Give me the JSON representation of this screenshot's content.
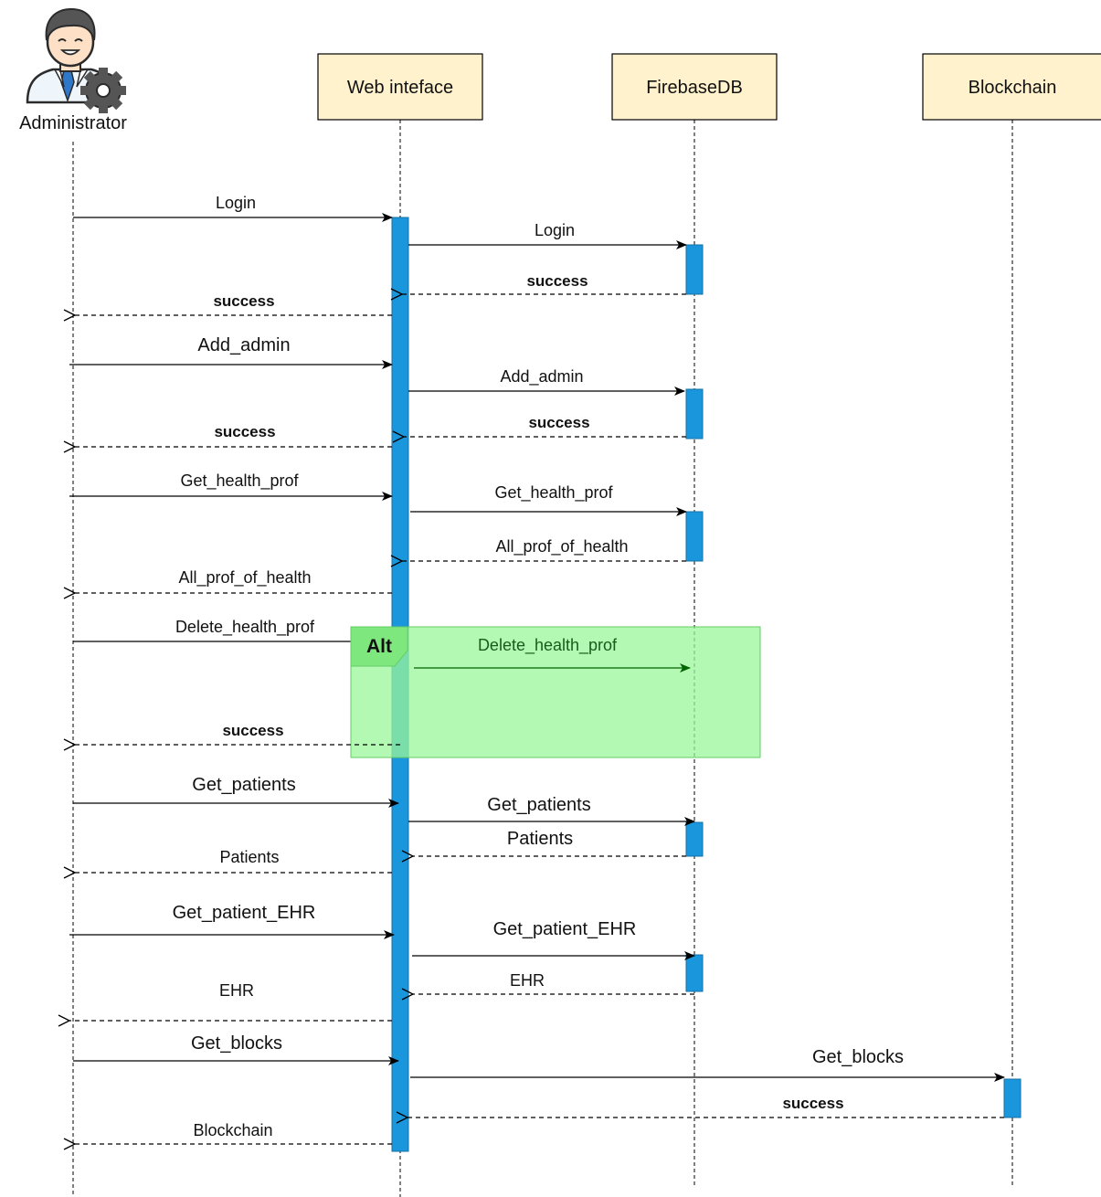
{
  "actor": {
    "label": "Administrator"
  },
  "participants": [
    {
      "id": "web",
      "label": "Web inteface"
    },
    {
      "id": "db",
      "label": "FirebaseDB"
    },
    {
      "id": "chain",
      "label": "Blockchain"
    }
  ],
  "fragment": {
    "label": "Alt",
    "fill": "#99f599"
  },
  "colors": {
    "activation": "#1a96dc",
    "box_fill": "#fff2cc",
    "fragment_msg": "#006600"
  },
  "messages": [
    {
      "id": "m1",
      "label": "Login",
      "from": "admin",
      "to": "web",
      "kind": "sync"
    },
    {
      "id": "m2",
      "label": "Login",
      "from": "web",
      "to": "db",
      "kind": "sync"
    },
    {
      "id": "m3",
      "label": "success",
      "from": "db",
      "to": "web",
      "kind": "reply"
    },
    {
      "id": "m4",
      "label": "success",
      "from": "web",
      "to": "admin",
      "kind": "reply"
    },
    {
      "id": "m5",
      "label": "Add_admin",
      "from": "admin",
      "to": "web",
      "kind": "sync"
    },
    {
      "id": "m6",
      "label": "Add_admin",
      "from": "web",
      "to": "db",
      "kind": "sync"
    },
    {
      "id": "m7",
      "label": "success",
      "from": "db",
      "to": "web",
      "kind": "reply"
    },
    {
      "id": "m8",
      "label": "success",
      "from": "web",
      "to": "admin",
      "kind": "reply"
    },
    {
      "id": "m9",
      "label": "Get_health_prof",
      "from": "admin",
      "to": "web",
      "kind": "sync"
    },
    {
      "id": "m10",
      "label": "Get_health_prof",
      "from": "web",
      "to": "db",
      "kind": "sync"
    },
    {
      "id": "m11",
      "label": "All_prof_of_health",
      "from": "db",
      "to": "web",
      "kind": "reply"
    },
    {
      "id": "m12",
      "label": "All_prof_of_health",
      "from": "web",
      "to": "admin",
      "kind": "reply"
    },
    {
      "id": "m13",
      "label": "Delete_health_prof",
      "from": "admin",
      "to": "web",
      "kind": "sync"
    },
    {
      "id": "m14",
      "label": "Delete_health_prof",
      "from": "web",
      "to": "db",
      "kind": "sync"
    },
    {
      "id": "m15",
      "label": "success",
      "from": "web",
      "to": "admin",
      "kind": "reply"
    },
    {
      "id": "m16",
      "label": "Get_patients",
      "from": "admin",
      "to": "web",
      "kind": "sync"
    },
    {
      "id": "m17",
      "label": "Get_patients",
      "from": "web",
      "to": "db",
      "kind": "sync"
    },
    {
      "id": "m18",
      "label": "Patients",
      "from": "db",
      "to": "web",
      "kind": "reply"
    },
    {
      "id": "m19",
      "label": "Patients",
      "from": "web",
      "to": "admin",
      "kind": "reply"
    },
    {
      "id": "m20",
      "label": "Get_patient_EHR",
      "from": "admin",
      "to": "web",
      "kind": "sync"
    },
    {
      "id": "m21",
      "label": "Get_patient_EHR",
      "from": "web",
      "to": "db",
      "kind": "sync"
    },
    {
      "id": "m22",
      "label": "EHR",
      "from": "db",
      "to": "web",
      "kind": "reply"
    },
    {
      "id": "m23",
      "label": "EHR",
      "from": "web",
      "to": "admin",
      "kind": "reply"
    },
    {
      "id": "m24",
      "label": "Get_blocks",
      "from": "admin",
      "to": "web",
      "kind": "sync"
    },
    {
      "id": "m25",
      "label": "Get_blocks",
      "from": "web",
      "to": "chain",
      "kind": "sync"
    },
    {
      "id": "m26",
      "label": "success",
      "from": "chain",
      "to": "web",
      "kind": "reply"
    },
    {
      "id": "m27",
      "label": "Blockchain",
      "from": "web",
      "to": "admin",
      "kind": "reply"
    }
  ]
}
